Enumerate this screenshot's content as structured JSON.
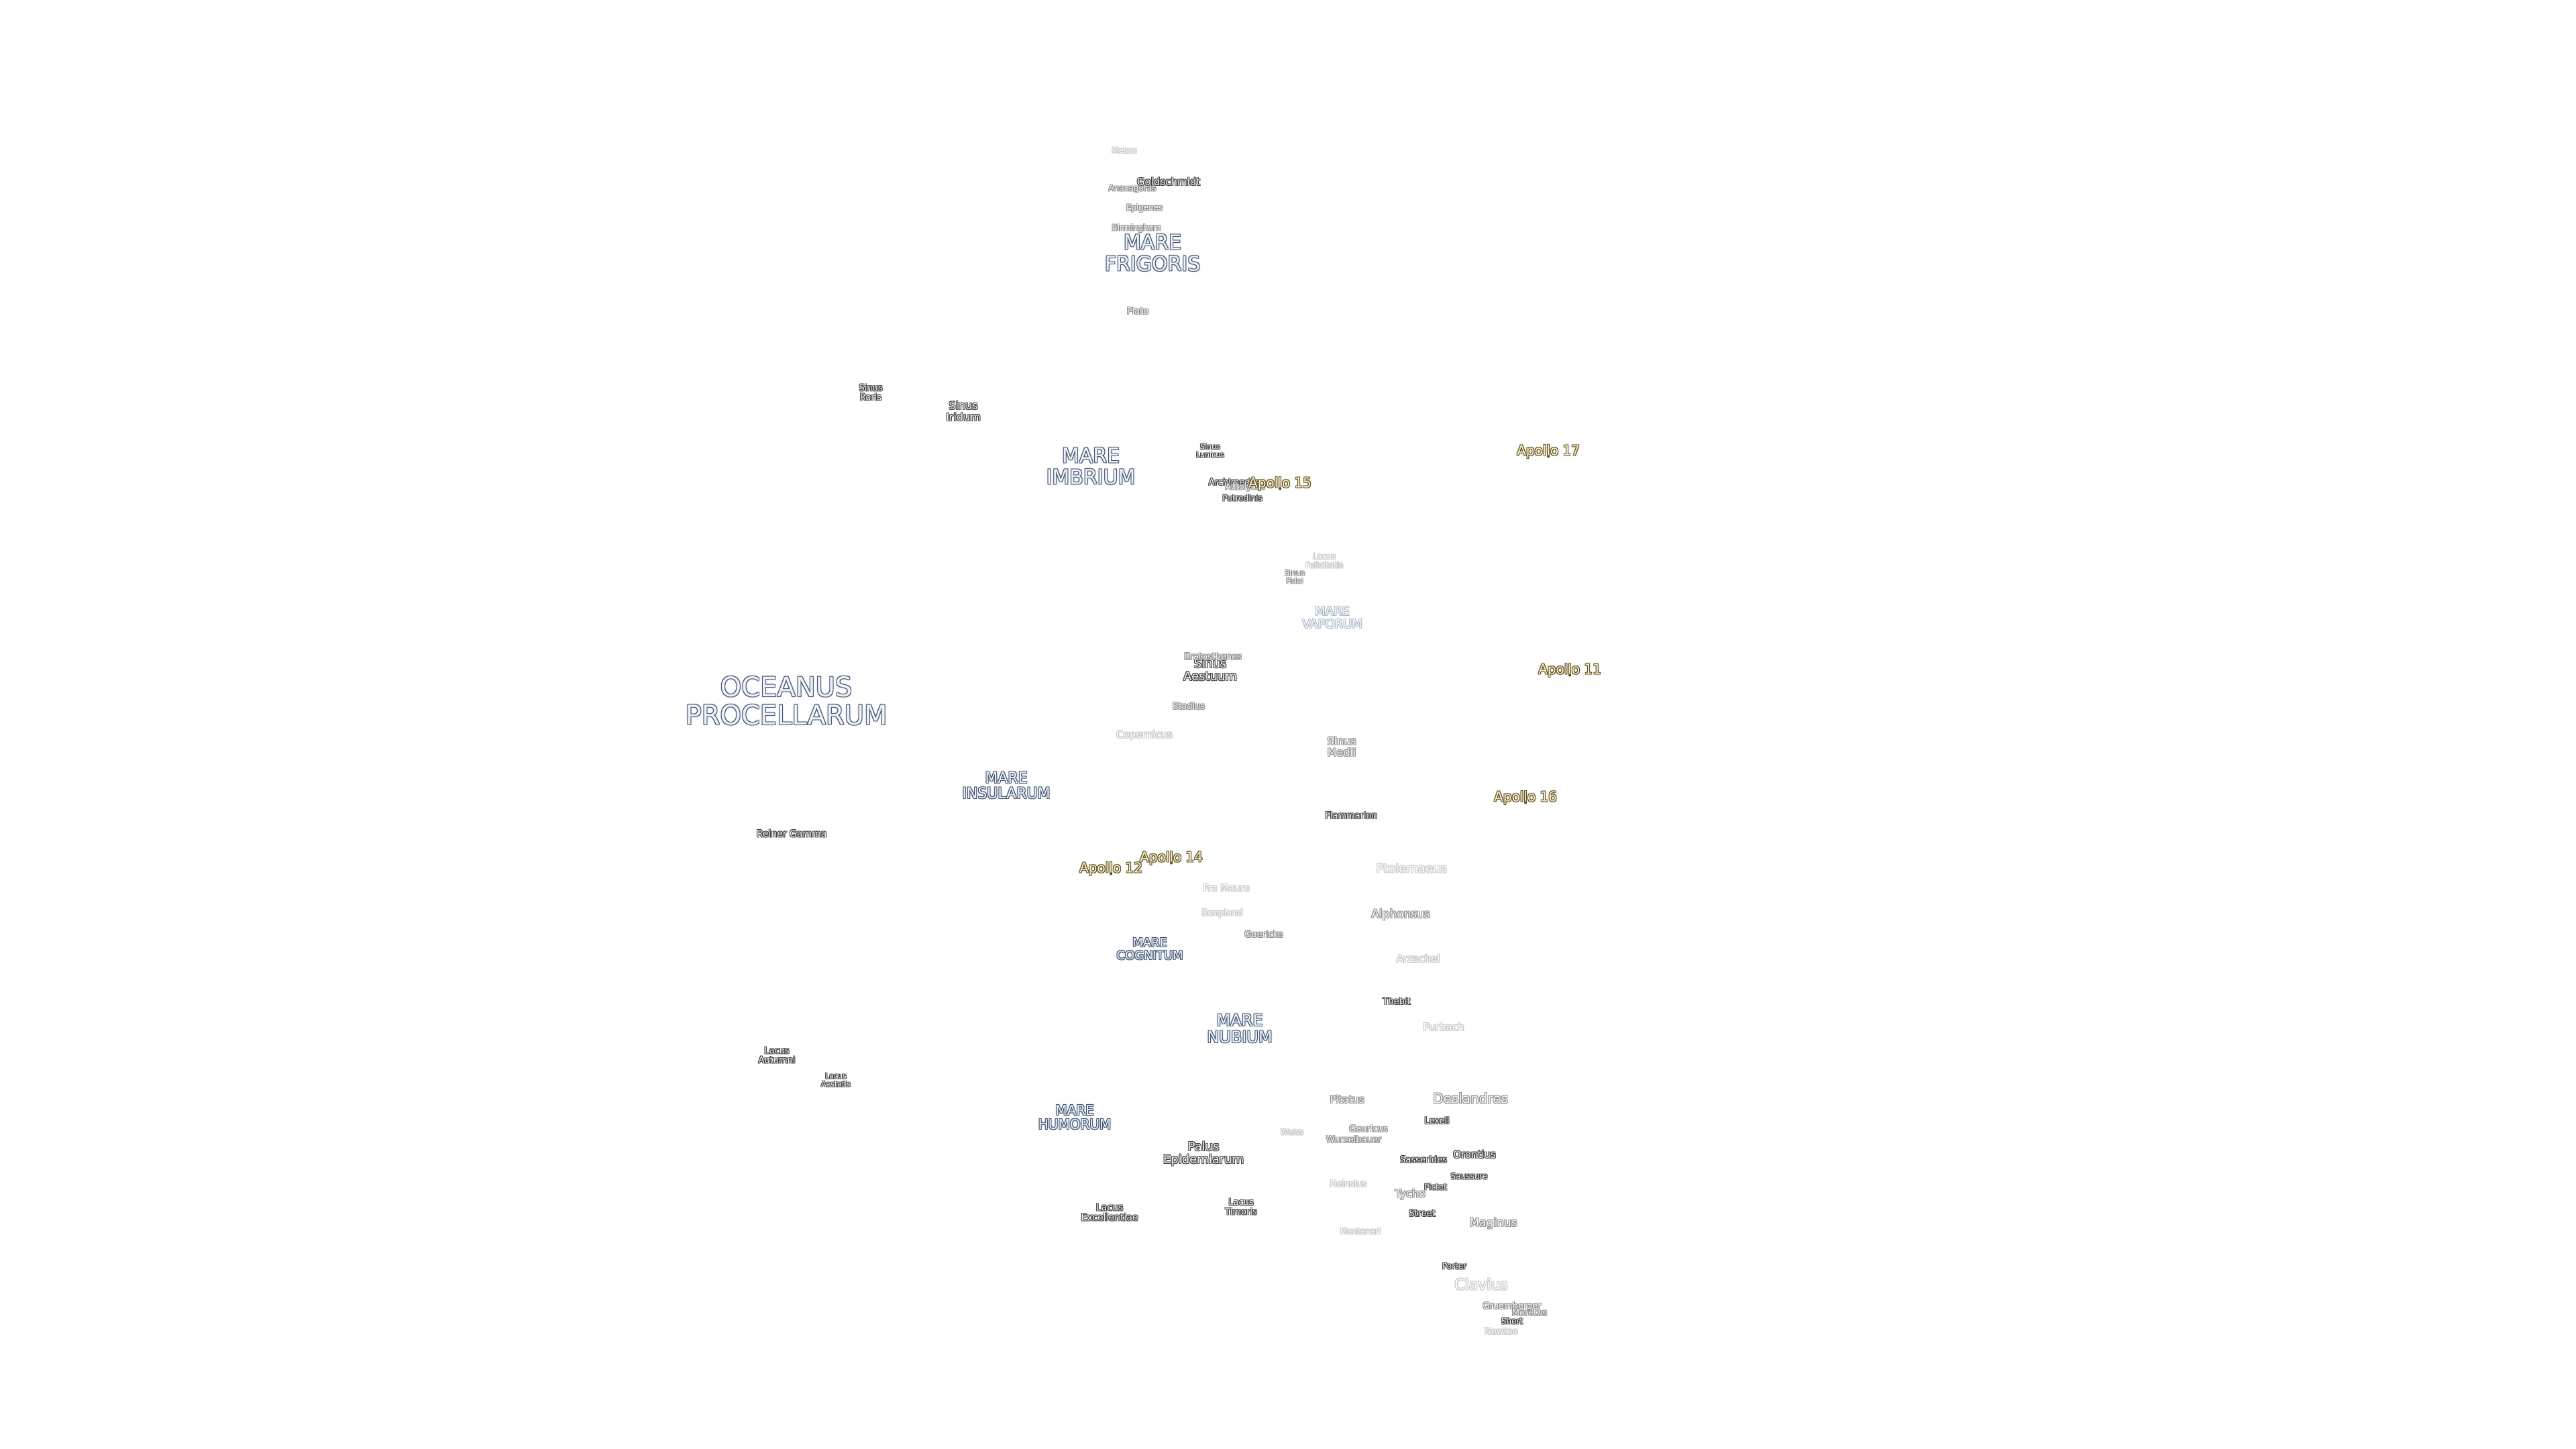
{
  "map": {
    "labels": [
      {
        "id": "oceanus-procellarum",
        "lines": [
          "OCEANUS",
          "PROCELLARUM"
        ],
        "kind": "sea",
        "size": 40
      },
      {
        "id": "mare-frigoris",
        "lines": [
          "MARE",
          "FRIGORIS"
        ],
        "kind": "sea",
        "size": 30
      },
      {
        "id": "mare-imbrium",
        "lines": [
          "MARE",
          "IMBRIUM"
        ],
        "kind": "sea",
        "size": 30
      },
      {
        "id": "mare-insularum",
        "lines": [
          "MARE",
          "INSULARUM"
        ],
        "kind": "sea",
        "size": 22
      },
      {
        "id": "mare-cognitum",
        "lines": [
          "MARE",
          "COGNITUM"
        ],
        "kind": "sea",
        "size": 18
      },
      {
        "id": "mare-nubium",
        "lines": [
          "MARE",
          "NUBIUM"
        ],
        "kind": "sea",
        "size": 24
      },
      {
        "id": "mare-humorum",
        "lines": [
          "MARE",
          "HUMORUM"
        ],
        "kind": "sea",
        "size": 20
      },
      {
        "id": "mare-vaporum",
        "lines": [
          "MARE",
          "VAPORUM"
        ],
        "kind": "sea-faint",
        "size": 18
      },
      {
        "id": "sinus-roris",
        "lines": [
          "Sinus",
          "Roris"
        ],
        "kind": "crater",
        "size": 13
      },
      {
        "id": "sinus-iridum",
        "lines": [
          "Sinus",
          "Iridum"
        ],
        "kind": "crater",
        "size": 16
      },
      {
        "id": "sinus-lunicus",
        "lines": [
          "Sinus",
          "Lunicus"
        ],
        "kind": "crater",
        "size": 11
      },
      {
        "id": "sinus-aestuum",
        "lines": [
          "Sinus",
          "Aestuum"
        ],
        "kind": "crater",
        "size": 18
      },
      {
        "id": "sinus-medii",
        "lines": [
          "Sinus",
          "Medii"
        ],
        "kind": "crater-mid",
        "size": 16
      },
      {
        "id": "sinus-fidei",
        "lines": [
          "Sinus",
          "Fidei"
        ],
        "kind": "crater-mid",
        "size": 11
      },
      {
        "id": "lacus-autumni",
        "lines": [
          "Lacus",
          "Autumni"
        ],
        "kind": "crater",
        "size": 13
      },
      {
        "id": "lacus-aestatis",
        "lines": [
          "Lacus",
          "Aestatis"
        ],
        "kind": "crater",
        "size": 11
      },
      {
        "id": "lacus-excellentiae",
        "lines": [
          "Lacus",
          "Excellentiae"
        ],
        "kind": "crater",
        "size": 14
      },
      {
        "id": "lacus-timoris",
        "lines": [
          "Lacus",
          "Timoris"
        ],
        "kind": "crater",
        "size": 13
      },
      {
        "id": "lacus-felicitatis",
        "lines": [
          "Lacus",
          "Felicitatis"
        ],
        "kind": "crater-faint",
        "size": 12
      },
      {
        "id": "palus-epidemiarum",
        "lines": [
          "Palus",
          "Epidemiarum"
        ],
        "kind": "crater",
        "size": 18
      },
      {
        "id": "reiner-gamma",
        "lines": [
          "Reiner Gamma"
        ],
        "kind": "crater",
        "size": 14
      },
      {
        "id": "plato",
        "lines": [
          "Plato"
        ],
        "kind": "crater-mid",
        "size": 13
      },
      {
        "id": "goldschmidt",
        "lines": [
          "Goldschmidt"
        ],
        "kind": "crater",
        "size": 15
      },
      {
        "id": "anaxagoras",
        "lines": [
          "Anaxagoras"
        ],
        "kind": "crater-mid",
        "size": 12
      },
      {
        "id": "epigenes",
        "lines": [
          "Epigenes"
        ],
        "kind": "crater-mid",
        "size": 12
      },
      {
        "id": "birmingham",
        "lines": [
          "Birmingham"
        ],
        "kind": "crater-mid",
        "size": 12
      },
      {
        "id": "meton",
        "lines": [
          "Meton"
        ],
        "kind": "crater-faint",
        "size": 12
      },
      {
        "id": "archimedes",
        "lines": [
          "Archimedes"
        ],
        "kind": "crater",
        "size": 13
      },
      {
        "id": "autolycus",
        "lines": [
          "Autolycus"
        ],
        "kind": "crater-mid",
        "size": 12
      },
      {
        "id": "putredinis",
        "lines": [
          "Putredinis"
        ],
        "kind": "crater",
        "size": 12
      },
      {
        "id": "eratosthenes",
        "lines": [
          "Eratosthenes"
        ],
        "kind": "crater-mid",
        "size": 13
      },
      {
        "id": "stadius",
        "lines": [
          "Stadius"
        ],
        "kind": "crater-mid",
        "size": 13
      },
      {
        "id": "copernicus",
        "lines": [
          "Copernicus"
        ],
        "kind": "crater-faint",
        "size": 15
      },
      {
        "id": "flammarion",
        "lines": [
          "Flammarion"
        ],
        "kind": "crater",
        "size": 13
      },
      {
        "id": "ptolemaeus",
        "lines": [
          "Ptolemaeus"
        ],
        "kind": "crater-faint",
        "size": 18
      },
      {
        "id": "alphonsus",
        "lines": [
          "Alphonsus"
        ],
        "kind": "crater-mid",
        "size": 17
      },
      {
        "id": "arzachel",
        "lines": [
          "Arzachel"
        ],
        "kind": "crater-faint",
        "size": 15
      },
      {
        "id": "fra-mauro",
        "lines": [
          "Fra Mauro"
        ],
        "kind": "crater-faint",
        "size": 14
      },
      {
        "id": "bonpland",
        "lines": [
          "Bonpland"
        ],
        "kind": "crater-faint",
        "size": 13
      },
      {
        "id": "guericke",
        "lines": [
          "Guericke"
        ],
        "kind": "crater-mid",
        "size": 13
      },
      {
        "id": "thebit",
        "lines": [
          "Thebit"
        ],
        "kind": "crater",
        "size": 13
      },
      {
        "id": "purbach",
        "lines": [
          "Purbach"
        ],
        "kind": "crater-faint",
        "size": 15
      },
      {
        "id": "pitatus",
        "lines": [
          "Pitatus"
        ],
        "kind": "crater-mid",
        "size": 15
      },
      {
        "id": "deslandres",
        "lines": [
          "Deslandres"
        ],
        "kind": "crater-mid",
        "size": 20
      },
      {
        "id": "lexell",
        "lines": [
          "Lexell"
        ],
        "kind": "crater",
        "size": 13
      },
      {
        "id": "gauricus",
        "lines": [
          "Gauricus"
        ],
        "kind": "crater-mid",
        "size": 13
      },
      {
        "id": "wurzelbauer",
        "lines": [
          "Wurzelbauer"
        ],
        "kind": "crater-mid",
        "size": 13
      },
      {
        "id": "weiss",
        "lines": [
          "Weiss"
        ],
        "kind": "crater-faint",
        "size": 12
      },
      {
        "id": "orontius",
        "lines": [
          "Orontius"
        ],
        "kind": "crater",
        "size": 15
      },
      {
        "id": "sasserides",
        "lines": [
          "Sasserides"
        ],
        "kind": "crater",
        "size": 13
      },
      {
        "id": "saussure",
        "lines": [
          "Saussure"
        ],
        "kind": "crater",
        "size": 12
      },
      {
        "id": "heinsius",
        "lines": [
          "Heinsius"
        ],
        "kind": "crater-faint",
        "size": 13
      },
      {
        "id": "pictet",
        "lines": [
          "Pictet"
        ],
        "kind": "crater",
        "size": 12
      },
      {
        "id": "tycho",
        "lines": [
          "Tycho"
        ],
        "kind": "crater-mid",
        "size": 16
      },
      {
        "id": "street",
        "lines": [
          "Street"
        ],
        "kind": "crater",
        "size": 13
      },
      {
        "id": "maginus",
        "lines": [
          "Maginus"
        ],
        "kind": "crater-mid",
        "size": 17
      },
      {
        "id": "montanari",
        "lines": [
          "Montanari"
        ],
        "kind": "crater-faint",
        "size": 12
      },
      {
        "id": "porter",
        "lines": [
          "Porter"
        ],
        "kind": "crater",
        "size": 12
      },
      {
        "id": "clavius",
        "lines": [
          "Clavius"
        ],
        "kind": "crater-faint",
        "size": 22
      },
      {
        "id": "gruemberger",
        "lines": [
          "Gruemberger"
        ],
        "kind": "crater-mid",
        "size": 13
      },
      {
        "id": "moretus",
        "lines": [
          "Moretus"
        ],
        "kind": "crater-mid",
        "size": 13
      },
      {
        "id": "short",
        "lines": [
          "Short"
        ],
        "kind": "crater",
        "size": 12
      },
      {
        "id": "newton",
        "lines": [
          "Newton"
        ],
        "kind": "crater-faint",
        "size": 13
      },
      {
        "id": "apollo-11",
        "lines": [
          "Apollo 11"
        ],
        "kind": "apollo",
        "size": 20
      },
      {
        "id": "apollo-12",
        "lines": [
          "Apollo 12"
        ],
        "kind": "apollo",
        "size": 20
      },
      {
        "id": "apollo-14",
        "lines": [
          "Apollo 14"
        ],
        "kind": "apollo",
        "size": 20
      },
      {
        "id": "apollo-15",
        "lines": [
          "Apollo 15"
        ],
        "kind": "apollo",
        "size": 20
      },
      {
        "id": "apollo-16",
        "lines": [
          "Apollo 16"
        ],
        "kind": "apollo",
        "size": 20
      },
      {
        "id": "apollo-17",
        "lines": [
          "Apollo 17"
        ],
        "kind": "apollo",
        "size": 20
      }
    ]
  }
}
